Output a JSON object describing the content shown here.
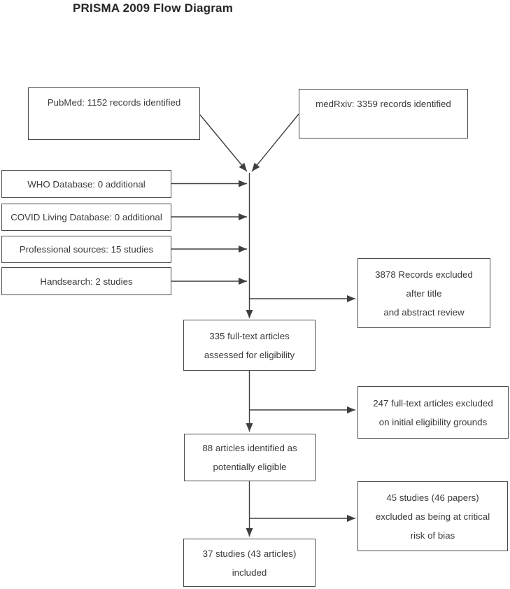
{
  "title": "PRISMA 2009 Flow Diagram",
  "colors": {
    "background": "#ffffff",
    "box_border": "#4a4a4a",
    "arrow_line": "#3f3f3f",
    "box_text": "#3a3a3a",
    "title_text": "#262626"
  },
  "nodes": {
    "pubmed": {
      "lines": [
        "PubMed: 1152 records identified"
      ]
    },
    "medrxiv": {
      "lines": [
        "medRxiv: 3359 records identified"
      ]
    },
    "who": {
      "lines": [
        "WHO Database: 0 additional"
      ]
    },
    "covid_living": {
      "lines": [
        "COVID Living Database: 0 additional"
      ]
    },
    "professional": {
      "lines": [
        "Professional sources: 15 studies"
      ]
    },
    "handsearch": {
      "lines": [
        "Handsearch: 2 studies"
      ]
    },
    "excluded_title": {
      "lines": [
        "3878 Records excluded",
        "after title",
        "and abstract review"
      ]
    },
    "fulltext_assessed": {
      "lines": [
        "335 full-text articles",
        "assessed for eligibility"
      ]
    },
    "excluded_eligibility": {
      "lines": [
        "247 full-text articles excluded",
        "on initial eligibility grounds"
      ]
    },
    "potentially_eligible": {
      "lines": [
        "88 articles identified as",
        "potentially eligible"
      ]
    },
    "excluded_bias": {
      "lines": [
        "45 studies (46 papers)",
        "excluded as being at critical",
        "risk of bias"
      ]
    },
    "included": {
      "lines": [
        "37 studies (43 articles)",
        "included"
      ]
    }
  }
}
